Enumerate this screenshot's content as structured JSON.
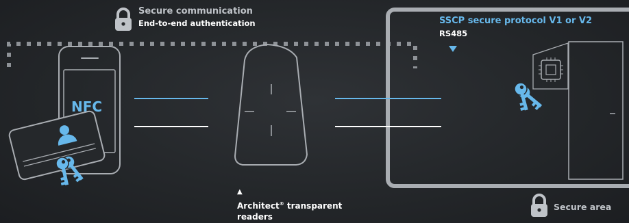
{
  "secure_communication": {
    "title": "Secure communication",
    "subtitle": "End-to-end authentication",
    "icon": "lock-icon"
  },
  "sscp": {
    "title": "SSCP secure protocol V1 or V2",
    "bus": "RS485",
    "arrow": "▼"
  },
  "smartphone": {
    "label": "NFC"
  },
  "reader": {
    "arrow": "▲",
    "caption_prefix": "Architect",
    "caption_mark": "®",
    "caption_suffix": " transparent readers"
  },
  "secure_area": {
    "label": "Secure area",
    "icon": "lock-icon"
  },
  "colors": {
    "background": "#25282b",
    "accent_blue": "#67b8eb",
    "line_white": "#ffffff",
    "outline_grey": "#a9adb2",
    "dotted_grey": "#8e9297"
  }
}
